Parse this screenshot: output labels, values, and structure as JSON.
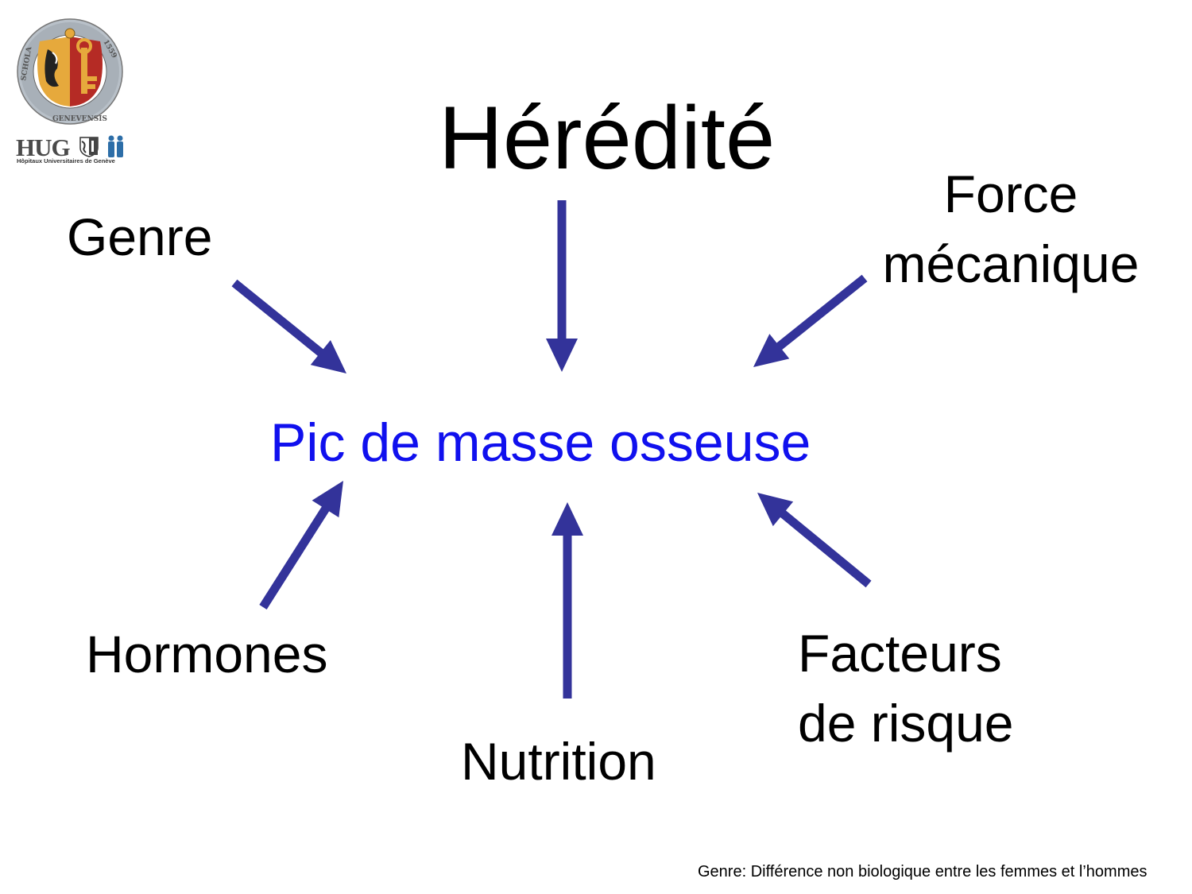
{
  "logo": {
    "brand": "HUG",
    "subtitle": "Hôpitaux Universitaires de Genève",
    "seal_text": "SCHOLA · GENEVENSIS · 1559"
  },
  "diagram": {
    "center": "Pic de masse osseuse",
    "factors": {
      "heredite": "Hérédité",
      "genre": "Genre",
      "force_line1": "Force",
      "force_line2": "mécanique",
      "hormones": "Hormones",
      "nutrition": "Nutrition",
      "facteurs_line1": "Facteurs",
      "facteurs_line2": "de risque"
    }
  },
  "footnote": "Genre: Différence non biologique entre les femmes et l’hommes",
  "colors": {
    "arrow": "#33339a",
    "center_text": "#1010ee",
    "text": "#000000",
    "seal_red": "#b52b25",
    "seal_gold": "#e6a93c"
  }
}
